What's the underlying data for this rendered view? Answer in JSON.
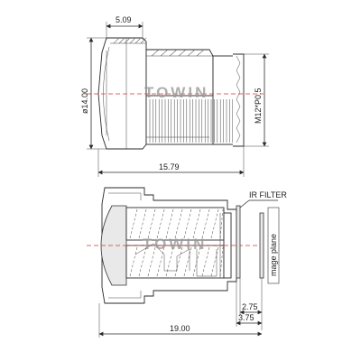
{
  "top_view": {
    "dim_top": "5.09",
    "dim_left": "ø14.00",
    "dim_right": "M12*P0.5",
    "dim_bottom": "15.79",
    "watermark": "TOWIN"
  },
  "section_view": {
    "ir_filter_label": "IR FILTER",
    "image_plane_label": "mage plane",
    "dim_small_1": "2.75",
    "dim_small_2": "3.75",
    "dim_total": "19.00",
    "watermark": "TOWIN"
  }
}
